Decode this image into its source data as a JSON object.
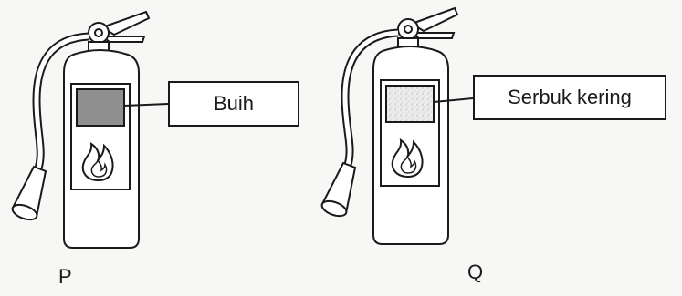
{
  "diagram": {
    "extinguishers": [
      {
        "id": "P",
        "label": "P",
        "agent": "Buih",
        "window_color": "#8f8f8f"
      },
      {
        "id": "Q",
        "label": "Q",
        "agent": "Serbuk kering",
        "window_color": "#e6e6e6"
      }
    ],
    "colors": {
      "outline": "#1a1a1a",
      "body": "#ffffff",
      "background": "#f7f7f5"
    }
  }
}
